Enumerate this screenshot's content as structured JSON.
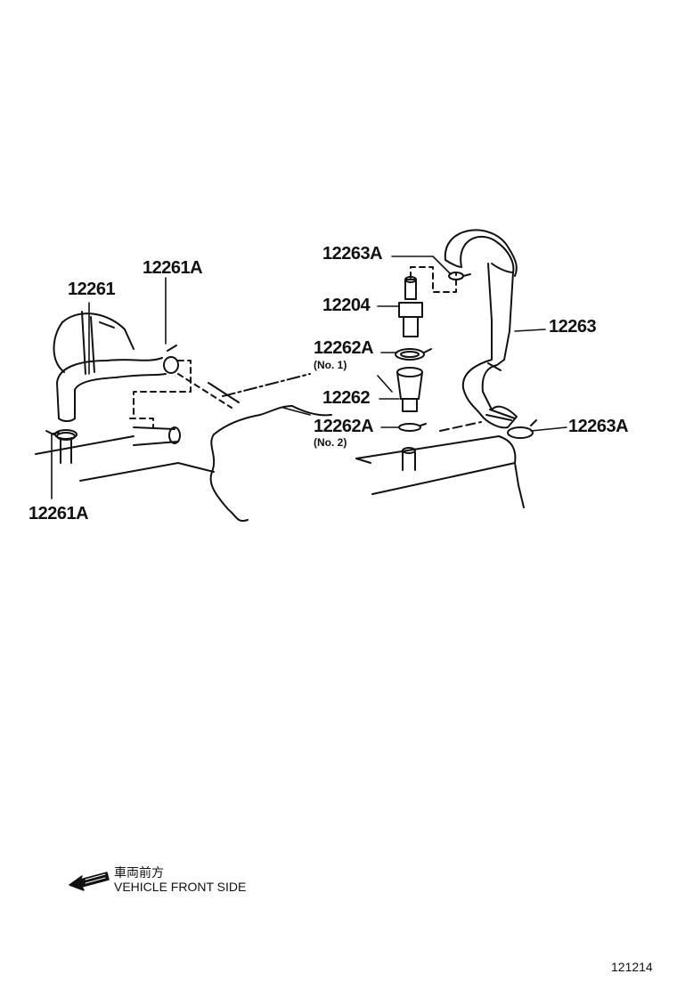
{
  "labels": {
    "hose_12261": "12261",
    "clamp_12261a_top": "12261A",
    "clamp_12261a_bottom": "12261A",
    "clamp_12263a_top": "12263A",
    "valve_12204": "12204",
    "gasket_12262a_1": "12262A",
    "gasket_12262a_1_note": "(No. 1)",
    "grommet_12262": "12262",
    "gasket_12262a_2": "12262A",
    "gasket_12262a_2_note": "(No. 2)",
    "hose_12263": "12263",
    "clamp_12263a_right": "12263A"
  },
  "direction": {
    "japanese": "車両前方",
    "english": "VEHICLE FRONT SIDE"
  },
  "document_id": "121214"
}
